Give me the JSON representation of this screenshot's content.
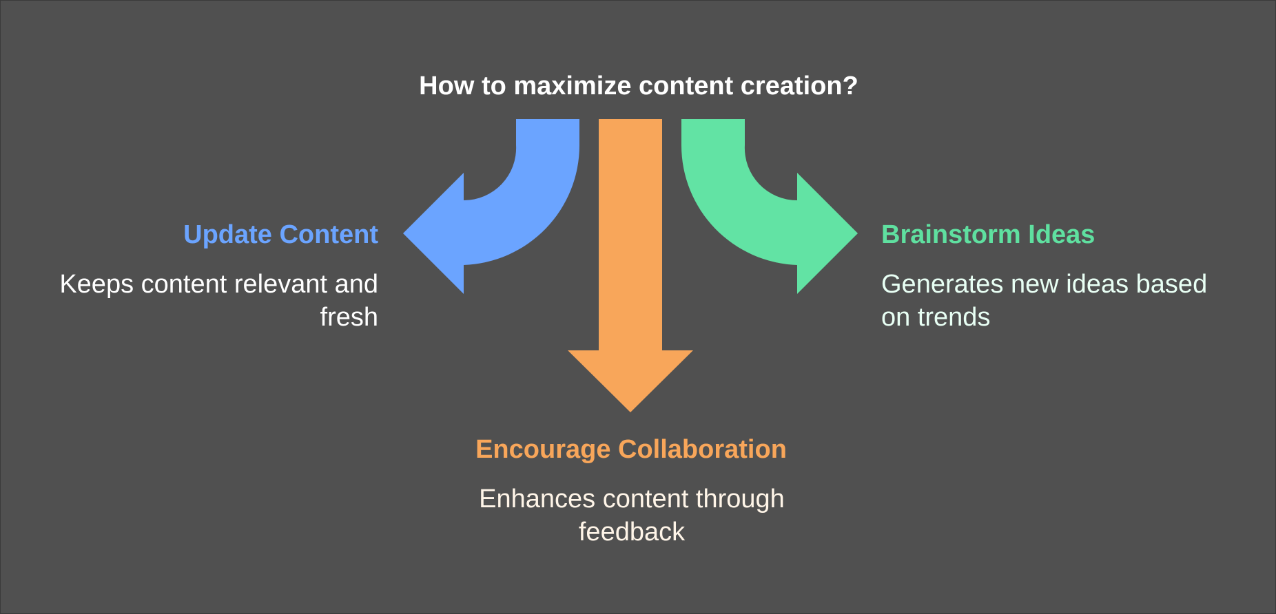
{
  "title": "How to maximize content creation?",
  "colors": {
    "background": "#505050",
    "blue": "#6ba4ff",
    "orange": "#f8a65a",
    "green": "#62e3a4",
    "green_text": "#5fe0a0",
    "blue_desc": "#ffffff",
    "orange_desc": "#fff5e8",
    "green_desc": "#e8fff4"
  },
  "branches": {
    "left": {
      "heading": "Update Content",
      "description": "Keeps content relevant and fresh",
      "color": "#6ba4ff"
    },
    "middle": {
      "heading": "Encourage Collaboration",
      "description": "Enhances content through feedback",
      "color": "#f8a65a"
    },
    "right": {
      "heading": "Brainstorm Ideas",
      "description": "Generates new ideas based on trends",
      "color": "#62e3a4"
    }
  }
}
